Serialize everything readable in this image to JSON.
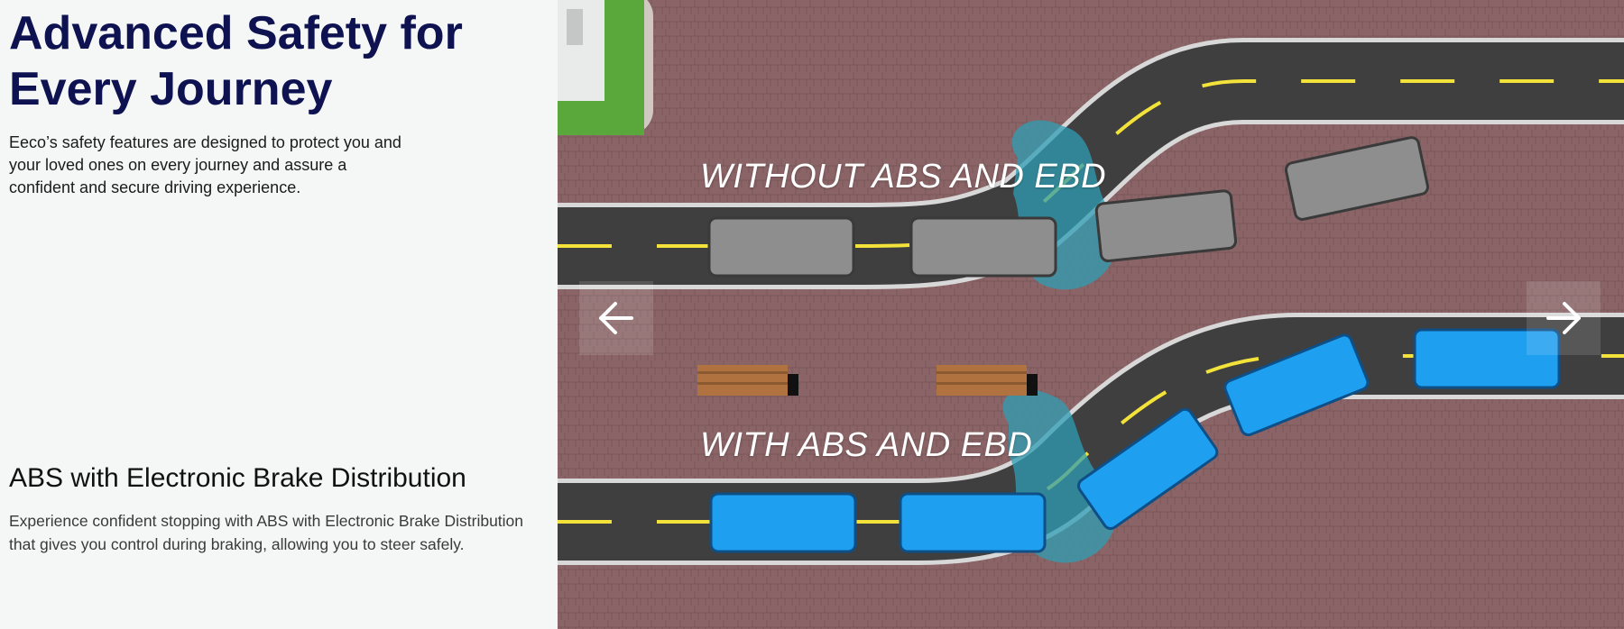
{
  "intro": {
    "heading": "Advanced Safety for Every Journey",
    "description": "Eeco’s safety features are designed to protect you and your loved ones on every journey and assure a confident and secure driving experience."
  },
  "feature": {
    "title": "ABS with Electronic Brake Distribution",
    "description": "Experience confident stopping with ABS with Electronic Brake Distribution that gives you control during braking, allowing you to steer safely."
  },
  "slide": {
    "label_top": "WITHOUT ABS AND EBD",
    "label_bottom": "WITH ABS AND EBD"
  },
  "nav": {
    "prev_icon": "arrow-left-icon",
    "next_icon": "arrow-right-icon"
  },
  "colors": {
    "heading": "#0e1250",
    "paving": "#8a6466",
    "road": "#3f3f3f",
    "lane_line": "#f2e23a",
    "van_gray": "#8e8e8e",
    "van_blue": "#1f9ff0",
    "water": "#2f9db4"
  }
}
